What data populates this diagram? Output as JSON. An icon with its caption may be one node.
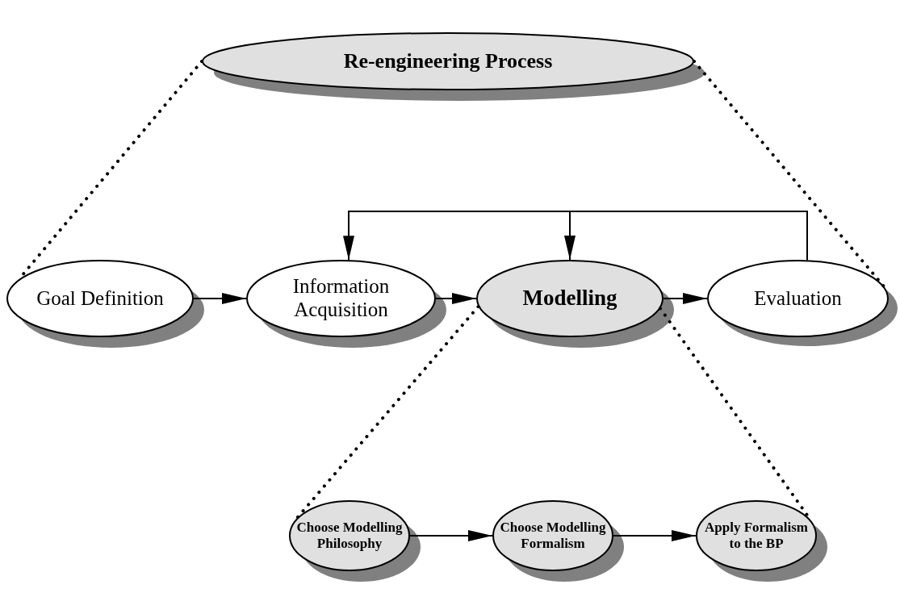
{
  "diagram": {
    "nodes": [
      {
        "text": [
          "Re-engineering Process"
        ]
      },
      {
        "text": [
          "Goal Definition"
        ]
      },
      {
        "text": [
          "Information Acquisition"
        ]
      },
      {
        "text": [
          "Modelling"
        ]
      },
      {
        "text": [
          "Evaluation"
        ]
      },
      {
        "text": [
          "Choose Modelling Philosophy"
        ]
      },
      {
        "text": [
          "Choose Modelling Formalism"
        ]
      },
      {
        "text": [
          "Apply Formalism to the BP"
        ]
      }
    ],
    "edges": [
      {
        "from": 1,
        "to": 2,
        "arrow": "to"
      },
      {
        "from": 2,
        "to": 3,
        "arrow": "to"
      },
      {
        "from": 3,
        "to": 4,
        "arrow": "to"
      },
      {
        "from": 4,
        "to": 2,
        "arrow": "to"
      },
      {
        "from": 4,
        "to": 3,
        "arrow": "to"
      },
      {
        "from": 5,
        "to": 6,
        "arrow": "to"
      },
      {
        "from": 6,
        "to": 7,
        "arrow": "to"
      },
      {
        "from": 0,
        "to": 1,
        "arrow": "none",
        "style": "dashed"
      },
      {
        "from": 0,
        "to": 4,
        "arrow": "none",
        "style": "dashed"
      },
      {
        "from": 3,
        "to": 5,
        "arrow": "none",
        "style": "dashed"
      },
      {
        "from": 3,
        "to": 7,
        "arrow": "none",
        "style": "dashed"
      }
    ]
  }
}
